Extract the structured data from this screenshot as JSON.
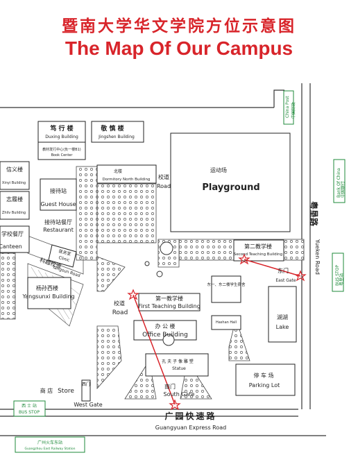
{
  "title_cn": "暨南大学华文学院方位示意图",
  "title_en": "The Map Of Our Campus",
  "labels": {
    "duxing_cn": "笃 行 楼",
    "duxing_en": "Duxing Building",
    "bookcenter_cn": "教材发行中心(负一楼B1)",
    "bookcenter_en": "Book Center",
    "jingshen_cn": "敬 慎 楼",
    "jingshen_en": "Jingshen Building",
    "xinyi_cn": "信义楼",
    "xinyi_en": "Xinyi Building",
    "zhilv_cn": "志履楼",
    "zhilv_en": "Zhilv Building",
    "guesthouse_cn": "接待站",
    "guesthouse_en": "Guest House",
    "restaurant_cn": "接待站餐厅",
    "restaurant_en": "Restaurant",
    "canteen_cn": "学校餐厅",
    "canteen_en": "Canteen",
    "north_cn": "北楼",
    "north_en": "Dormitory North Building",
    "xiaodao_cn": "校道",
    "xiaodao_en": "Road",
    "playground_cn": "运动场",
    "playground_en": "Playground",
    "clinic_cn": "医务室",
    "clinic_en": "Clinic",
    "yangsun_road_cn": "科越校道",
    "yangsun_road_en": "Yangsun Road",
    "yangsunxi_cn": "杨孙西楼",
    "yangsunxi_en": "Yangsunxi Building",
    "first_cn": "第一教学楼",
    "first_en": "First Teaching Building",
    "second_cn": "第二教学楼",
    "second_en": "Second Teaching Building",
    "dorm12_cn": "东一、东二楼学生宿舍",
    "hashan_label": "Hashan Hall",
    "east_cn": "东门",
    "east_en": "East Gate",
    "road_cn": "校道",
    "road_en": "Road",
    "office_cn": "办 公 楼",
    "office_en": "Office Building",
    "lake_cn": "湖湖",
    "lake_en": "Lake",
    "statue_cn": "孔 夫 子 像 雕 塑",
    "statue_en": "Statue",
    "store_cn": "商 店",
    "store_en": "Store",
    "west_cn": "西门",
    "west_en": "West Gate",
    "south_cn": "南门",
    "south_en": "South Gate",
    "parking_cn": "停 车 场",
    "parking_en": "Parking Lot",
    "yueken_cn": "粤垦路",
    "yueken_en": "Yueken Road",
    "guangyuan_cn": "广园快速路",
    "guangyuan_en": "Guangyuan Express Road",
    "chinapost_cn": "中国邮政",
    "chinapost_en": "China Post",
    "boc_cn": "中国银行",
    "boc_en": "Bank Of China",
    "busstop_right_cn": "粤垦站",
    "busstop_right_en": "BUS STOP",
    "busstop_left_cn": "西 士 站",
    "busstop_left_en": "BUS STOP",
    "railway_cn": "广州火车东站",
    "railway_en": "Guangzhou East Railway Station"
  },
  "colors": {
    "title": "#d8242a",
    "sign": "#1e8a3a",
    "route": "#d8242a"
  }
}
